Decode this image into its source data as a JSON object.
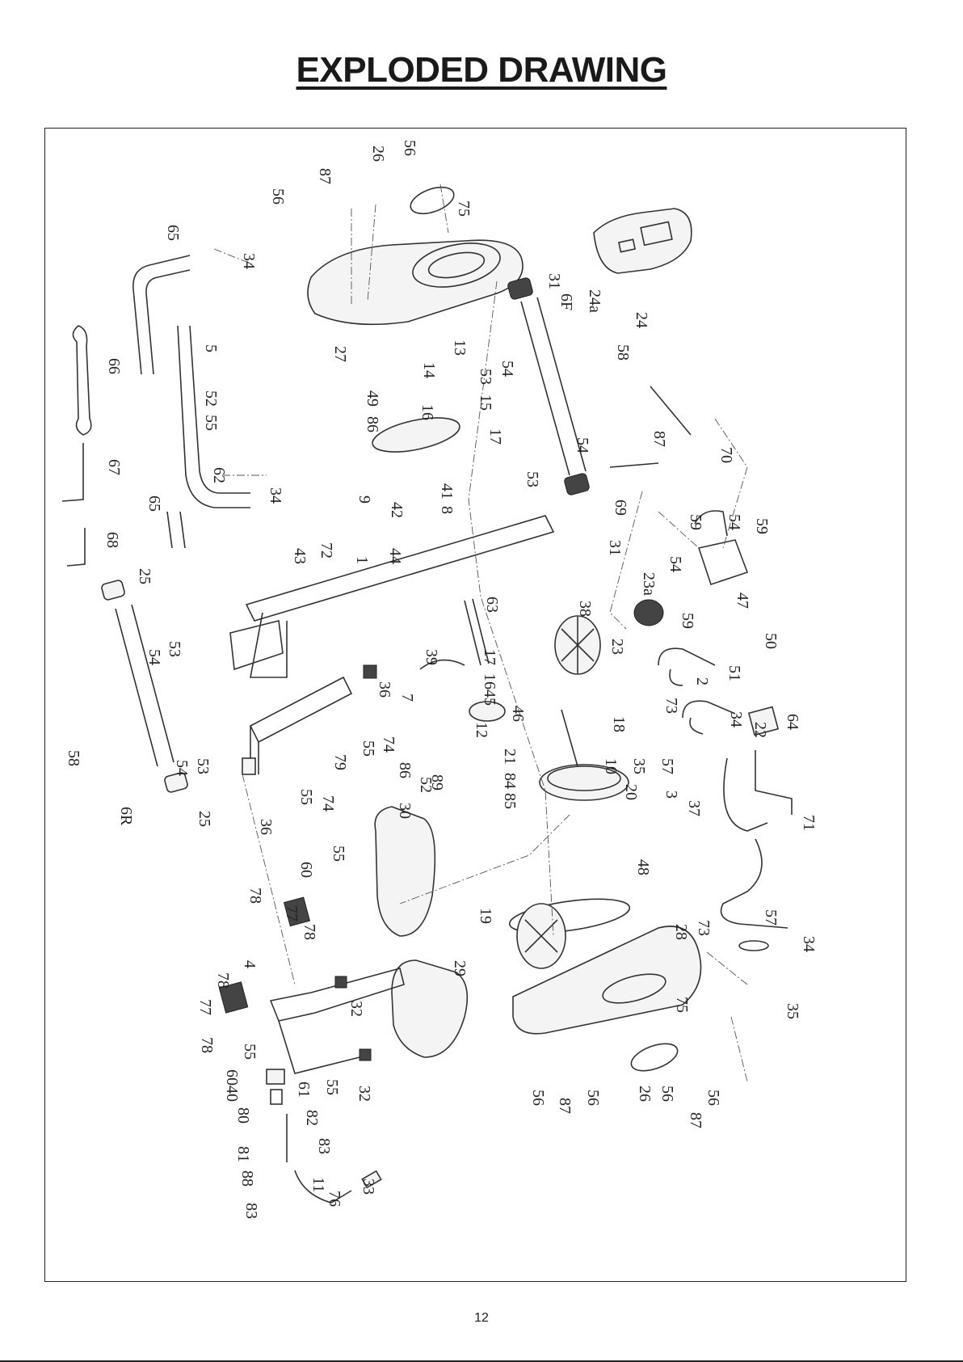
{
  "page": {
    "title": "EXPLODED DRAWING",
    "page_number": "12"
  },
  "labels": {
    "l56a": "56",
    "l26a": "26",
    "l87a": "87",
    "l75a": "75",
    "l56b": "56",
    "l65a": "65",
    "l34a": "34",
    "l5": "5",
    "l27": "27",
    "l31a": "31",
    "l24a": "24a",
    "l24": "24",
    "l6F": "6F",
    "l13": "13",
    "l14": "14",
    "l53a": "53",
    "l15": "15",
    "l54a": "54",
    "l58a": "58",
    "l66": "66",
    "l52a": "52",
    "l55a": "55",
    "l49": "49",
    "l86a": "86",
    "l16a": "16",
    "l17a": "17",
    "l54b": "54",
    "l87b": "87",
    "l70": "70",
    "l67": "67",
    "l62": "62",
    "l9": "9",
    "l41": "41",
    "l8": "8",
    "l53b": "53",
    "l69": "69",
    "l65b": "65",
    "l34b": "34",
    "l42": "42",
    "l31b": "31",
    "l59a": "59",
    "l54c": "54",
    "l59b": "59",
    "l68": "68",
    "l72": "72",
    "l43": "43",
    "l1": "1",
    "l44": "44",
    "l54d": "54",
    "l23a": "23a",
    "l25a": "25",
    "l63": "63",
    "l38": "38",
    "l59c": "59",
    "l47": "47",
    "l50": "50",
    "l53c": "53",
    "l54e": "54",
    "l39": "39",
    "l17b": "17",
    "l1645": "1645",
    "l23": "23",
    "l2": "2",
    "l51": "51",
    "l36a": "36",
    "l7": "7",
    "l12": "12",
    "l46": "46",
    "l18": "18",
    "l73a": "73",
    "l34c": "34",
    "l58b": "58",
    "l55b": "55",
    "l74a": "74",
    "l86b": "86",
    "l52b": "52",
    "l21": "21",
    "l8485": "84 85",
    "l10": "10",
    "l35a": "35",
    "l57a": "57",
    "l3": "3",
    "l22": "22",
    "l64": "64",
    "l53d": "53",
    "l54f": "54",
    "l79": "79",
    "l55c": "55",
    "l74b": "74",
    "l89": "89",
    "l20": "20",
    "l37": "37",
    "l71": "71",
    "l6R": "6R",
    "l25b": "25",
    "l36b": "36",
    "l30": "30",
    "l55d": "55",
    "l60a": "60",
    "l48": "48",
    "l78a": "78",
    "l77a": "77",
    "l78b": "78",
    "l19": "19",
    "l28": "28",
    "l73b": "73",
    "l57b": "57",
    "l34d": "34",
    "l4": "4",
    "l29": "29",
    "l32a": "32",
    "l78c": "78",
    "l77b": "77",
    "l75b": "75",
    "l35b": "35",
    "l78d": "78",
    "l55e": "55",
    "l6040": "6040",
    "l61": "61",
    "l55f": "55",
    "l32b": "32",
    "l56c": "56",
    "l87c": "87",
    "l56d": "56",
    "l26b": "26",
    "l56e": "56",
    "l87d": "87",
    "l56f": "56",
    "l80": "80",
    "l82": "82",
    "l81": "81",
    "l83a": "83",
    "l88": "88",
    "l11": "11",
    "l83b": "83",
    "l76": "76",
    "l33": "33"
  }
}
